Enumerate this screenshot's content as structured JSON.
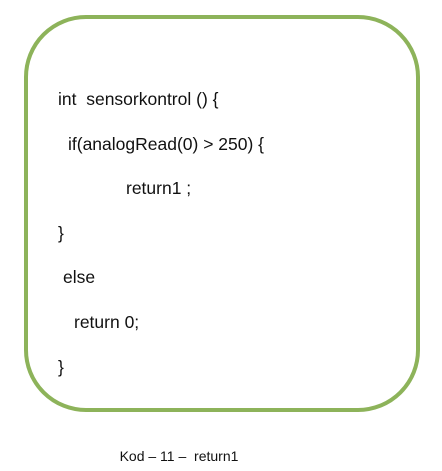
{
  "code": {
    "lines": [
      "int  sensorkontrol () {",
      "if(analogRead(0) > 250) {",
      "return1 ;",
      "}",
      "else",
      "return 0;",
      "}"
    ]
  },
  "caption": "Kod – 11 –  return1",
  "colors": {
    "border": "#8db35a",
    "text": "#111111"
  }
}
